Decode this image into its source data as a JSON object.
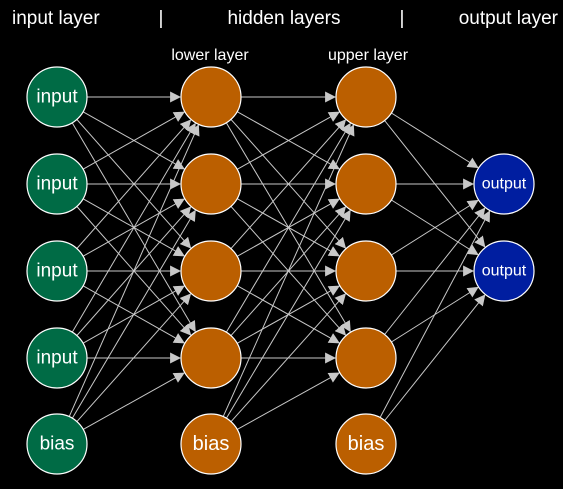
{
  "header": {
    "input_title": "input layer",
    "separator_left": "|",
    "hidden_title": "hidden layers",
    "separator_right": "|",
    "output_title": "output layer"
  },
  "hidden": {
    "lower_title": "lower layer",
    "upper_title": "upper layer"
  },
  "colors": {
    "background": "#000000",
    "input_node": "#006b45",
    "hidden_node": "#bb5f00",
    "output_node": "#001ea0",
    "node_border": "#ffffff",
    "edge": "#c8c8c8"
  },
  "layers": [
    {
      "id": "input",
      "nodes": [
        "input",
        "input",
        "input",
        "input",
        "bias"
      ]
    },
    {
      "id": "lower",
      "nodes": [
        "",
        "",
        "",
        "",
        "bias"
      ]
    },
    {
      "id": "upper",
      "nodes": [
        "",
        "",
        "",
        "",
        "bias"
      ]
    },
    {
      "id": "output",
      "nodes": [
        "output",
        "output"
      ]
    }
  ],
  "connections": [
    {
      "from": "input",
      "to": "lower",
      "to_nodes": [
        0,
        1,
        2,
        3
      ]
    },
    {
      "from": "lower",
      "to": "upper",
      "to_nodes": [
        0,
        1,
        2,
        3
      ]
    },
    {
      "from": "upper",
      "to": "output",
      "to_nodes": [
        0,
        1
      ]
    }
  ]
}
